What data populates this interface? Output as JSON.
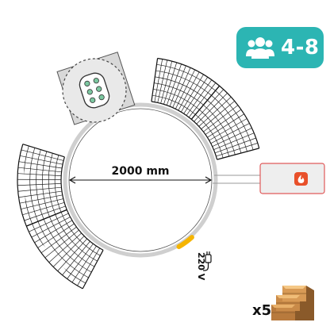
{
  "capacity": {
    "label": "4-8",
    "icon": "people-group-icon"
  },
  "dimension": {
    "label": "2000 mm"
  },
  "power": {
    "label": "220 V",
    "icon": "electric-plug-icon",
    "color": "#f5b400"
  },
  "heater": {
    "icon": "fire-icon",
    "color": "#e8502a"
  },
  "accessory": {
    "quantity_label": "x5",
    "icon": "wooden-steps-icon"
  },
  "colors": {
    "badge": "#2cb5b3",
    "heater_box": "#eeeeee",
    "heater_border": "#e05a5a",
    "accent": "#f5b400"
  }
}
